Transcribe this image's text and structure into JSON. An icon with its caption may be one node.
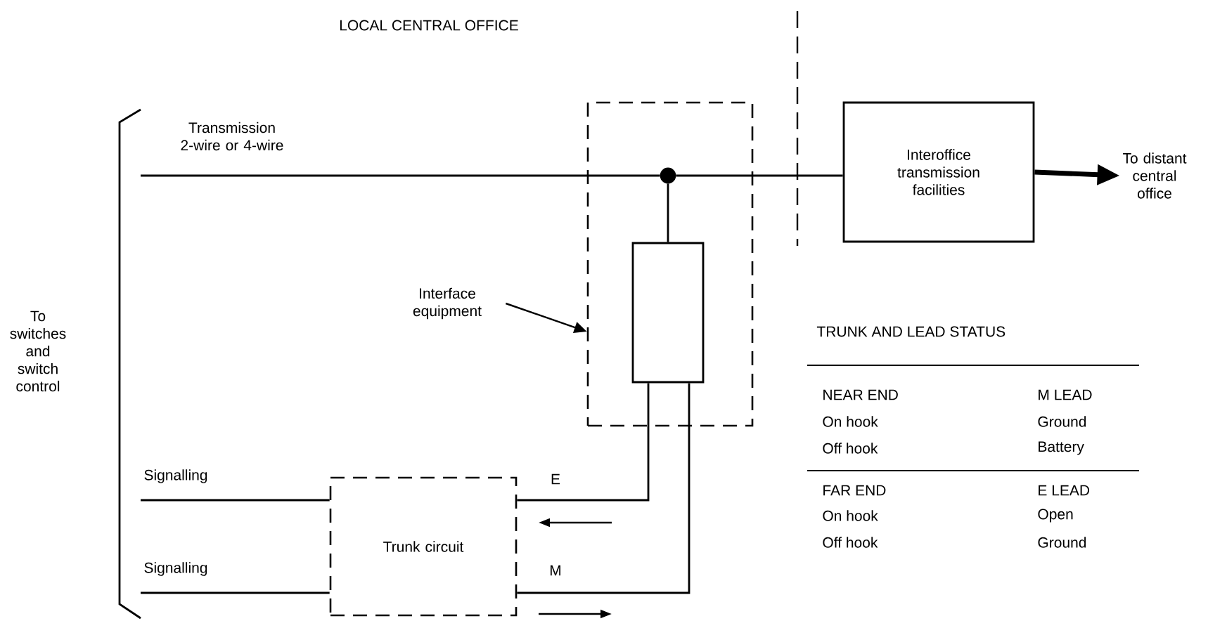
{
  "diagram": {
    "title": "LOCAL CENTRAL OFFICE",
    "nodes": [
      {
        "text": [
          "To switches and switch control"
        ]
      },
      {
        "text": [
          "Interface equipment"
        ]
      },
      {
        "text": [],
        "shape": "box"
      },
      {
        "text": [],
        "shape": "box",
        "in": 2
      },
      {
        "text": [],
        "shape": "circle",
        "in": 2
      },
      {
        "text": [
          "Interoffice transmission facilities"
        ]
      },
      {
        "text": [
          "To distant central office"
        ]
      },
      {
        "text": [
          "Trunk circuit"
        ]
      }
    ],
    "edges": [
      {
        "from": 0,
        "to": 4,
        "arrow": "none",
        "label": "Transmission 2-wire or 4-wire"
      },
      {
        "from": 4,
        "to": 5,
        "arrow": "none"
      },
      {
        "from": 5,
        "to": 6,
        "arrow": "to",
        "style": "thick"
      },
      {
        "from": 4,
        "to": 3,
        "arrow": "none"
      },
      {
        "from": 1,
        "to": 2,
        "arrow": "to"
      },
      {
        "from": 3,
        "to": 7,
        "arrow": "none",
        "label": "E"
      },
      {
        "from": 3,
        "to": 7,
        "arrow": "none",
        "label": "M"
      },
      {
        "from": 0,
        "to": 7,
        "arrow": "none",
        "label": "Signalling"
      },
      {
        "from": 0,
        "to": 7,
        "arrow": "none",
        "label": "Signalling"
      }
    ],
    "labels": [
      "TRUNK AND LEAD STATUS",
      "NEAR END",
      "M LEAD",
      "On hook",
      "Ground",
      "Off hook",
      "Battery",
      "FAR END",
      "E LEAD",
      "On hook",
      "Open",
      "Off hook",
      "Ground"
    ]
  }
}
